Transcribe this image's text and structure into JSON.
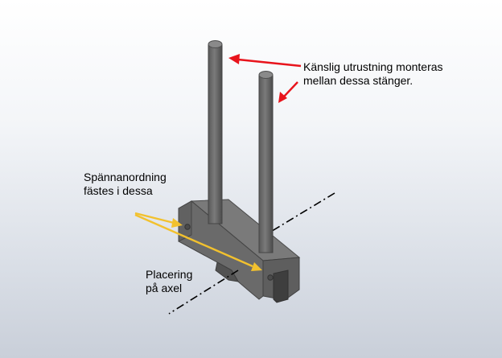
{
  "annotations": {
    "sensitive_equipment": {
      "lines": [
        "Känslig utrustning monteras",
        "mellan dessa stänger."
      ],
      "arrow_color": "#e8141c"
    },
    "clamp_device": {
      "lines": [
        "Spännanordning",
        "fästes i dessa"
      ],
      "arrow_color": "#f2c12e"
    },
    "axle_placement": {
      "lines": [
        "Placering",
        "på axel"
      ]
    }
  },
  "colors": {
    "background_top": "#ffffff",
    "background_bottom": "#c9cfd9",
    "part_gray": "#6b6b6b",
    "axis_line": "#000000"
  },
  "icons": [
    "rod-left",
    "rod-right",
    "mounting-block",
    "axis-centerline"
  ]
}
